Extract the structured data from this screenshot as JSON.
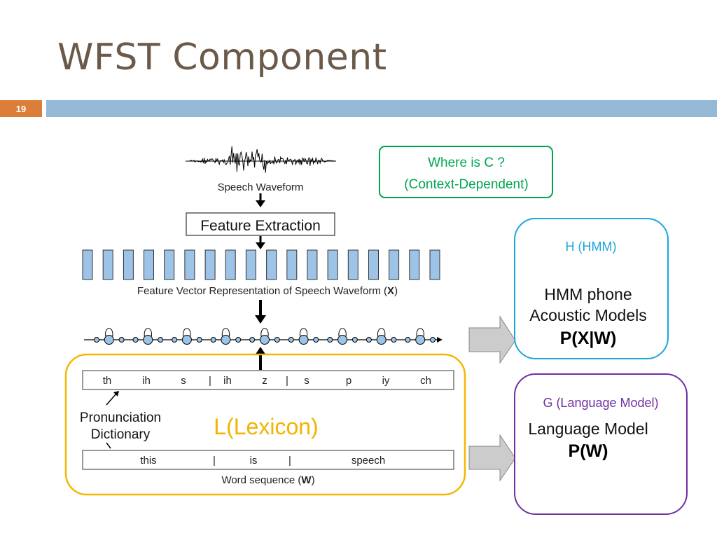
{
  "slide": {
    "title": "WFST Component",
    "number": "19"
  },
  "colors": {
    "title": "#6b5a4a",
    "slide_number_bg": "#dd7d3a",
    "title_bar": "#94b8d6",
    "feature_box_fill": "#9dc3e6",
    "lexicon_border": "#f5b800",
    "lexicon_text": "#f0b400",
    "hmm_border": "#1ca7d8",
    "hmm_label": "#1ca7d8",
    "lm_border": "#7030a0",
    "lm_label": "#7030a0",
    "context_border": "#00a550",
    "context_text": "#00a550",
    "arrow_fill": "#cccccc"
  },
  "diagram": {
    "waveform_label": "Speech Waveform",
    "feature_extraction_label": "Feature Extraction",
    "feature_vector_label_prefix": "Feature Vector Representation of Speech Waveform (",
    "feature_vector_label_symbol": "X",
    "feature_vector_label_suffix": ")",
    "feature_vector_count": 18,
    "hmm_chain_states": 9,
    "phones": [
      "th",
      "ih",
      "s",
      "|",
      "ih",
      "z",
      "|",
      "s",
      "p",
      "iy",
      "ch"
    ],
    "words": [
      "this",
      "|",
      "is",
      "|",
      "speech"
    ],
    "word_seq_label_prefix": "Word sequence (",
    "word_seq_label_symbol": "W",
    "word_seq_label_suffix": ")",
    "pron_dict_label_line1": "Pronunciation",
    "pron_dict_label_line2": "Dictionary",
    "lexicon_label": "L(Lexicon)"
  },
  "context_box": {
    "line1": "Where is C ?",
    "line2": "(Context-Dependent)"
  },
  "hmm_box": {
    "label": "H (HMM)",
    "line1": "HMM phone",
    "line2": "Acoustic Models",
    "formula": "P(X|W)"
  },
  "lm_box": {
    "label": "G (Language Model)",
    "line1": "Language Model",
    "formula": "P(W)"
  }
}
